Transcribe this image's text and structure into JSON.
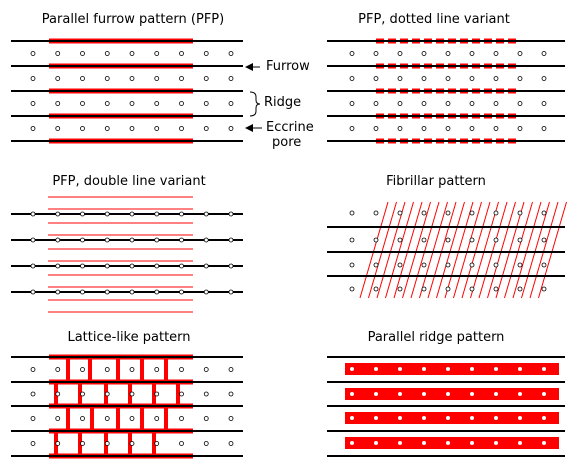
{
  "panels": [
    {
      "id": "pfp",
      "title": "Parallel furrow pattern (PFP)"
    },
    {
      "id": "pfp-dotted",
      "title": "PFP, dotted line variant"
    },
    {
      "id": "pfp-double",
      "title": "PFP, double line variant"
    },
    {
      "id": "fibrillar",
      "title": "Fibrillar pattern"
    },
    {
      "id": "lattice",
      "title": "Lattice-like pattern"
    },
    {
      "id": "parallel-ridge",
      "title": "Parallel ridge pattern"
    }
  ],
  "annotations": {
    "furrow": "Furrow",
    "ridge": "Ridge",
    "eccrine_pore_line1": "Eccrine",
    "eccrine_pore_line2": "pore"
  },
  "colors": {
    "line": "#000000",
    "highlight": "#ff0000",
    "background": "#ffffff"
  }
}
